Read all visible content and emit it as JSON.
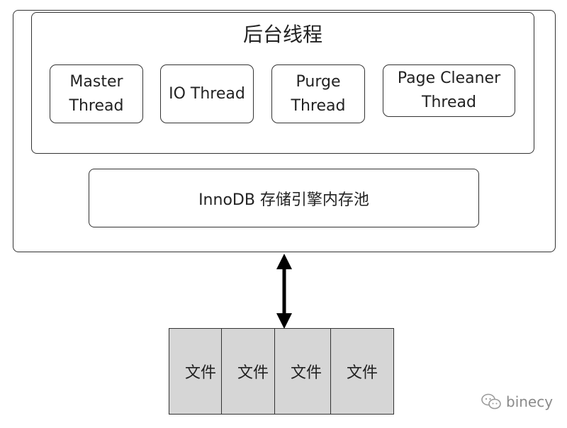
{
  "diagram": {
    "background_threads": {
      "title": "后台线程",
      "threads": [
        {
          "label_line1": "Master",
          "label_line2": "Thread"
        },
        {
          "label_line1": "IO Thread",
          "label_line2": ""
        },
        {
          "label_line1": "Purge",
          "label_line2": "Thread"
        },
        {
          "label_line1": "Page Cleaner",
          "label_line2": "Thread"
        }
      ]
    },
    "memory_pool": {
      "label": "InnoDB 存储引擎内存池"
    },
    "files": [
      {
        "label": "文件"
      },
      {
        "label": "文件"
      },
      {
        "label": "文件"
      },
      {
        "label": "文件"
      }
    ],
    "watermark": {
      "text": "binecy",
      "icon": "wechat-icon"
    },
    "colors": {
      "file_fill": "#d6d6d6",
      "stroke": "#333333"
    }
  }
}
